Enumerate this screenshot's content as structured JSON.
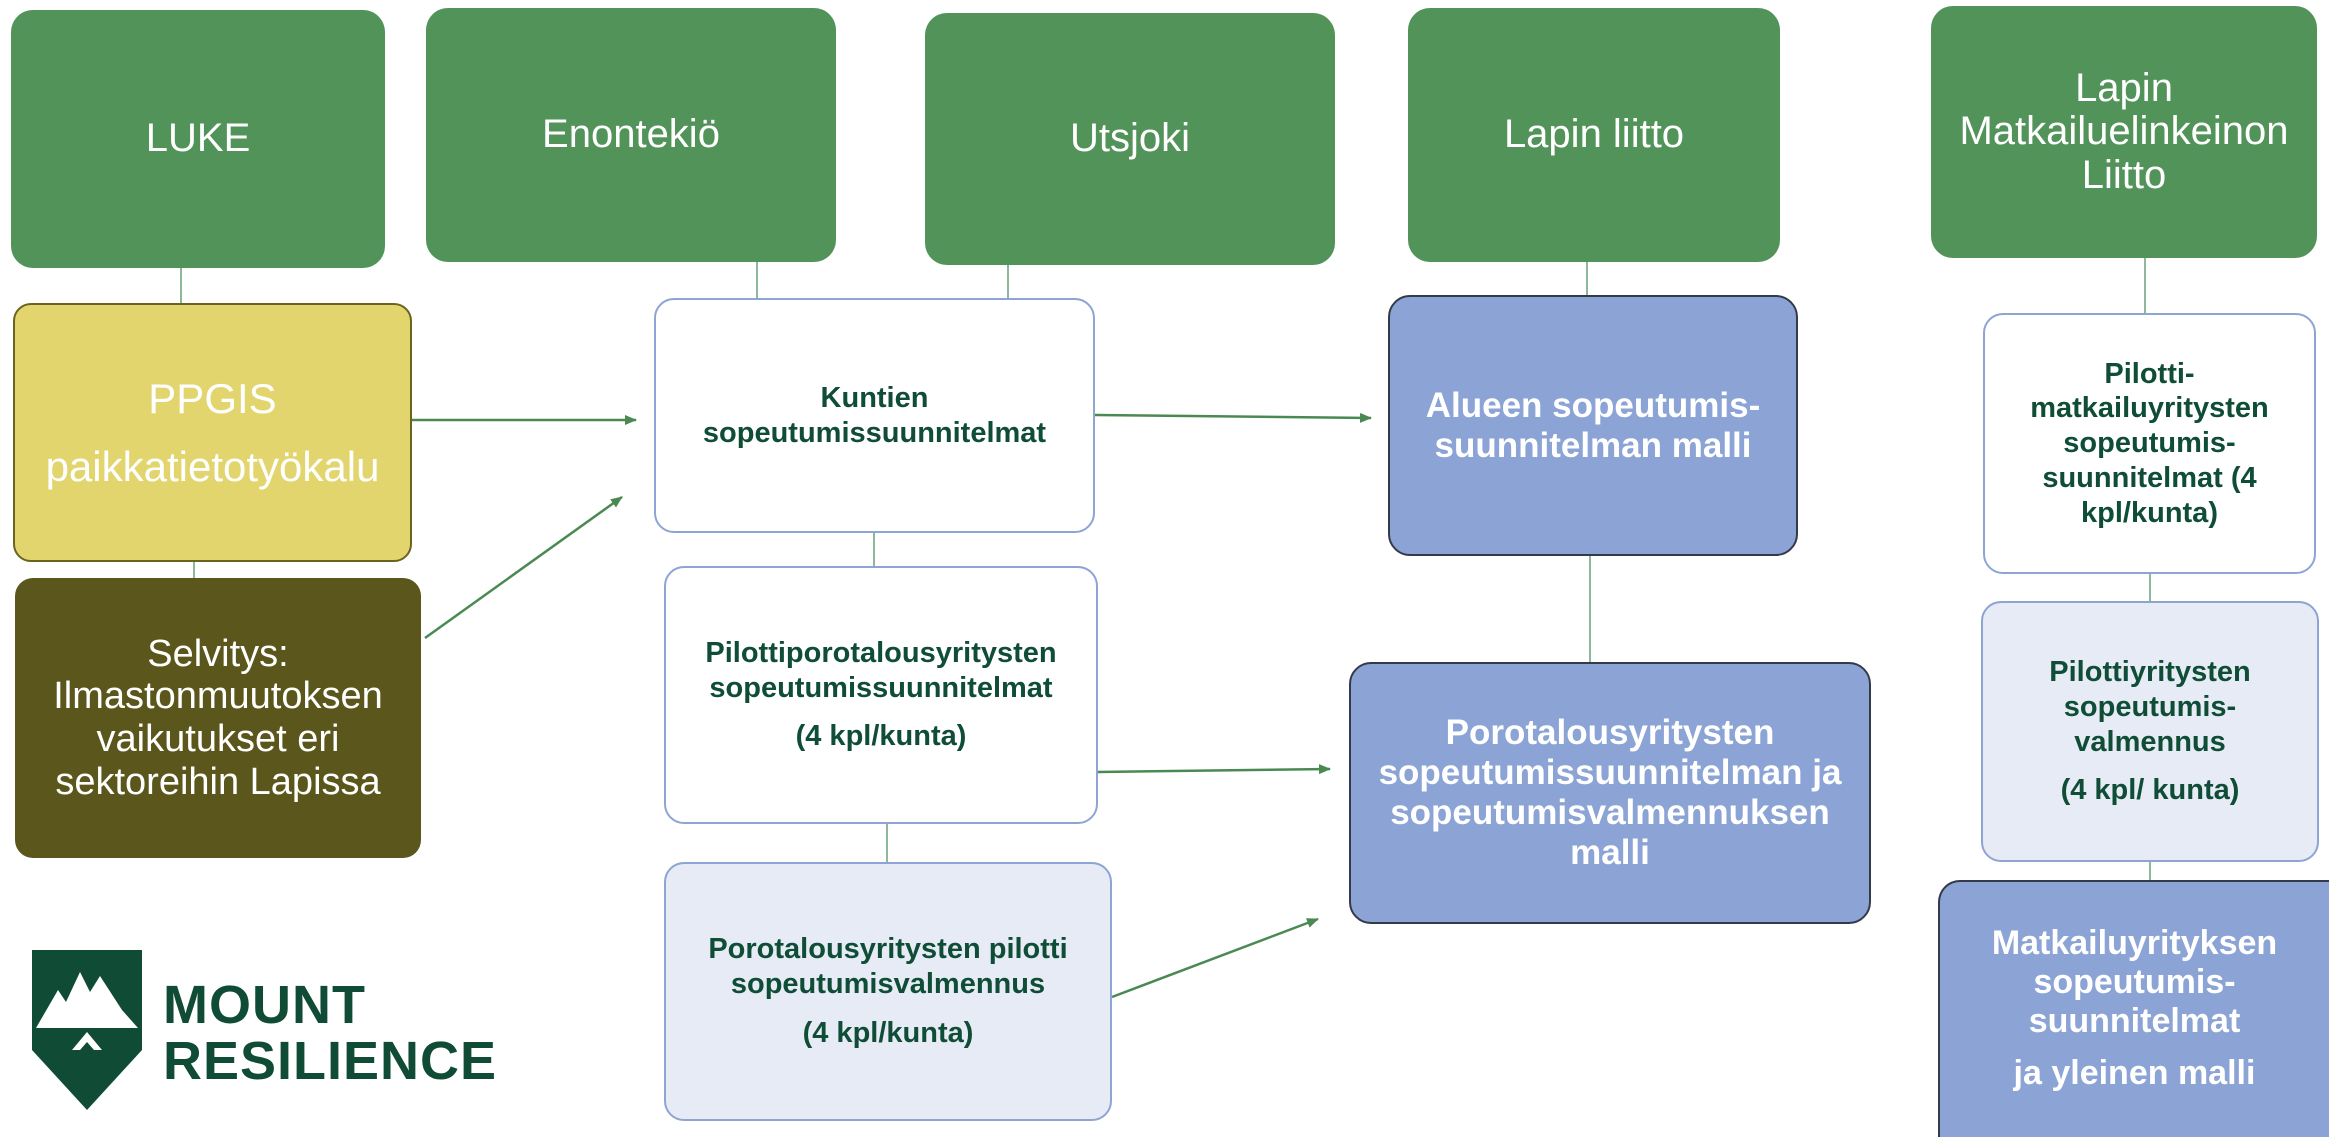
{
  "header_nodes": {
    "luke": "LUKE",
    "enontekio": "Enontekiö",
    "utsjoki": "Utsjoki",
    "lapin_liitto": "Lapin liitto",
    "matkailu": [
      "Lapin",
      "Matkailuelinkeinon",
      "Liitto"
    ]
  },
  "left_column": {
    "ppgis": [
      "PPGIS",
      "paikkatietotyökalu"
    ],
    "selvitys": [
      "Selvitys:",
      "Ilmastonmuutoksen",
      "vaikutukset eri",
      "sektoreihin Lapissa"
    ]
  },
  "municipal_column": {
    "kuntien": [
      "Kuntien",
      "sopeutumissuunnitelmat"
    ],
    "pilotti_poro": [
      "Pilottiporotalousyritysten",
      "sopeutumissuunnitelmat"
    ],
    "pilotti_poro_count": "(4 kpl/kunta)",
    "poro_valmennus": [
      "Porotalousyritysten pilotti",
      "sopeutumisvalmennus"
    ],
    "poro_valmennus_count": "(4 kpl/kunta)"
  },
  "regional_column": {
    "alueen": [
      "Alueen sopeutumis-",
      "suunnitelman malli"
    ],
    "porotalous_malli": [
      "Porotalousyritysten",
      "sopeutumissuunnitelman ja",
      "sopeutumisvalmennuksen",
      "malli"
    ]
  },
  "tourism_column": {
    "pilotti_matkailu": [
      "Pilotti-",
      "matkailuyritysten",
      "sopeutumis-",
      "suunnitelmat (4",
      "kpl/kunta)"
    ],
    "pilotti_valmennus": [
      "Pilottiyritysten",
      "sopeutumis-",
      "valmennus"
    ],
    "pilotti_valmennus_count": "(4 kpl/ kunta)",
    "matkailu_malli": [
      "Matkailuyrityksen",
      "sopeutumis-",
      "suunnitelmat"
    ],
    "matkailu_malli_extra": "ja yleinen malli"
  },
  "logo": {
    "line1": "MOUNT",
    "line2": "RESILIENCE",
    "icon": "mountain-shield-icon"
  },
  "colors": {
    "header_green": "#52935a",
    "ppgis_yellow": "#e2d56e",
    "selvitys_olive": "#5b561b",
    "model_blue": "#8ca4d5",
    "pale_blue": "#e6ebf5",
    "text_dark_green": "#0f4d36",
    "arrow_green": "#4a8a52"
  }
}
